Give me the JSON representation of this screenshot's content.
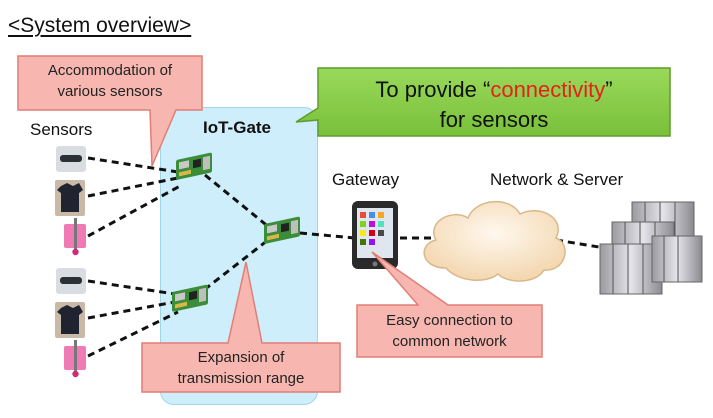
{
  "title": "<System overview>",
  "sensors_label": "Sensors",
  "iot_gate_label": "IoT-Gate",
  "gateway_label": "Gateway",
  "network_label": "Network & Server",
  "callouts": {
    "sensors_line1": "Accommodation of",
    "sensors_line2": "various sensors",
    "transmission_line1": "Expansion of",
    "transmission_line2": "transmission range",
    "connection_line1": "Easy connection to",
    "connection_line2": "common network"
  },
  "headline": {
    "part1": "To provide “",
    "highlight": "connectivity",
    "part2": "”",
    "line2": "for sensors"
  },
  "colors": {
    "panel": "#cdeefa",
    "callout_fill": "#f7b7b0",
    "callout_border": "#e07f76",
    "headline_fill": "#8fd14f",
    "highlight": "#e8201a"
  }
}
